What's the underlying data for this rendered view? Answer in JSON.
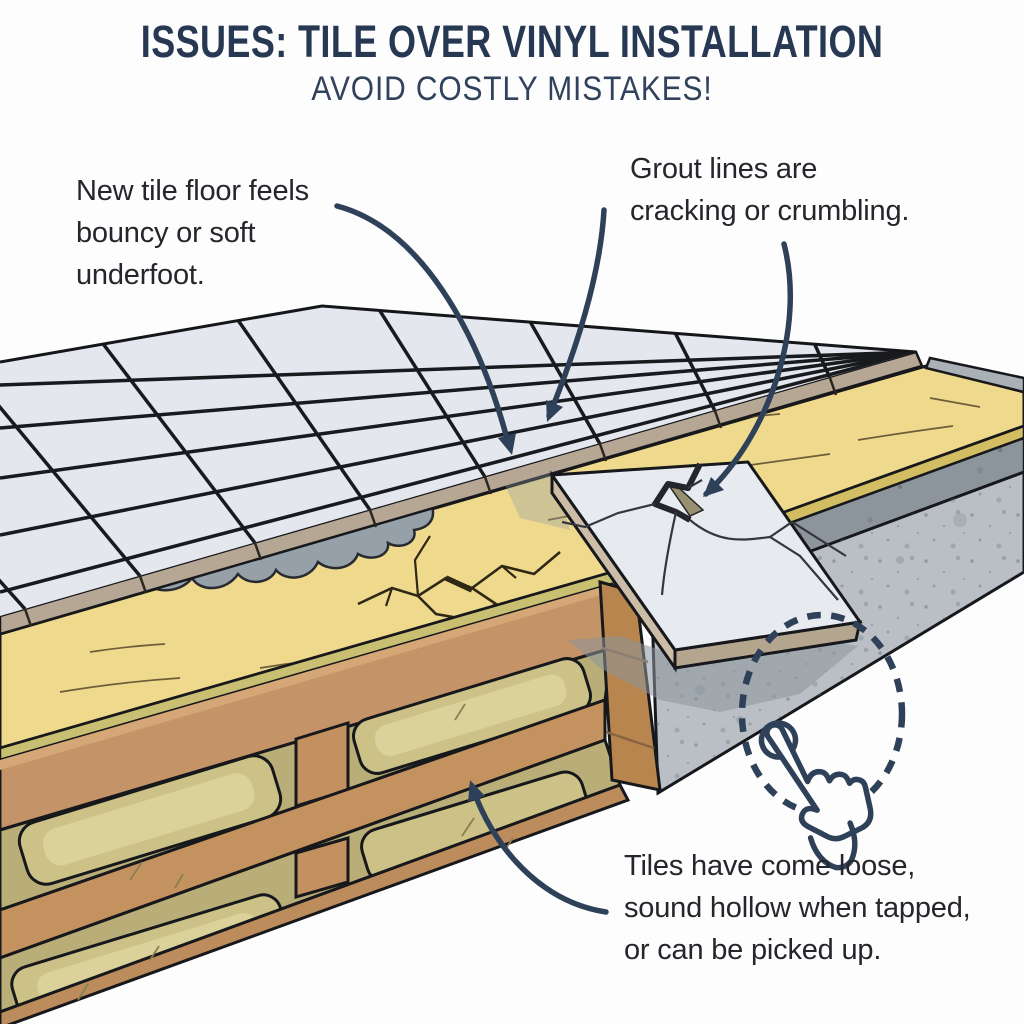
{
  "header": {
    "title": "ISSUES: TILE OVER VINYL INSTALLATION",
    "subtitle": "AVOID COSTLY MISTAKES!"
  },
  "annotations": {
    "bouncy": {
      "lines": [
        "New tile floor feels",
        "bouncy or soft",
        "underfoot."
      ]
    },
    "grout": {
      "lines": [
        "Grout lines are",
        "cracking or crumbling."
      ]
    },
    "loose": {
      "lines": [
        "Tiles have come loose,",
        "sound hollow when tapped,",
        "or can be picked up."
      ]
    }
  },
  "icons": {
    "tap_gesture": "tap-gesture-icon",
    "focus_circle": "dashed-focus-circle",
    "arrows": [
      "arrow-to-tile-surface",
      "arrow-to-grout-lines",
      "arrow-to-cracked-tile",
      "arrow-to-subfloor-joists"
    ]
  },
  "palette": {
    "accent_navy": "#2e4158",
    "title_navy": "#273852",
    "text_dark": "#24262b",
    "tile_surface": "#e4e7ed",
    "tile_edge": "#b6a794",
    "vinyl_yellow": "#efd98d",
    "wood_tan": "#c49367",
    "insulation_olive": "#ccc287",
    "concrete_gray": "#b9bfc4",
    "concrete_dark": "#8d959c",
    "thinset_gray": "#95a0a9"
  }
}
